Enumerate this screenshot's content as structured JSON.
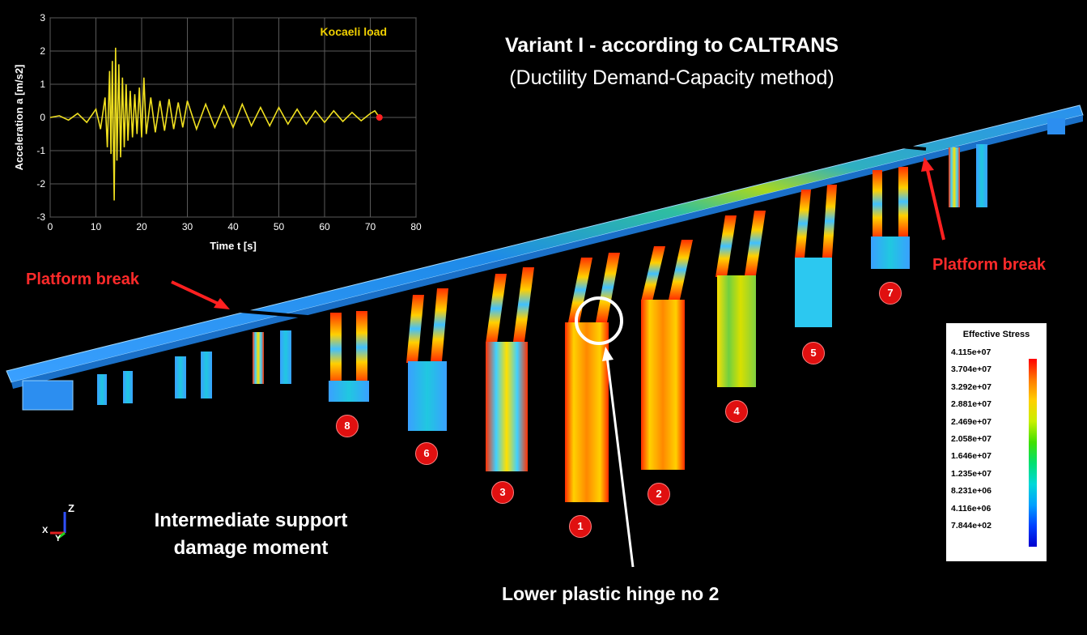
{
  "title_line1": "Variant I - according to CALTRANS",
  "title_line2": "(Ductility Demand-Capacity method)",
  "platform_break_left": "Platform break",
  "platform_break_right": "Platform break",
  "caption_line1": "Intermediate support",
  "caption_line2": "damage moment",
  "hinge_label": "Lower plastic hinge no 2",
  "support_numbers": [
    "8",
    "6",
    "3",
    "1",
    "2",
    "4",
    "5",
    "7"
  ],
  "legend": {
    "title": "Effective Stress",
    "values": [
      "4.115e+07",
      "3.704e+07",
      "3.292e+07",
      "2.881e+07",
      "2.469e+07",
      "2.058e+07",
      "1.646e+07",
      "1.235e+07",
      "8.231e+06",
      "4.116e+06",
      "7.844e+02"
    ]
  },
  "axis_triad": {
    "x": "X",
    "y": "Y",
    "z": "Z"
  },
  "colors": {
    "accent_red": "#ff2a2a",
    "trace_yellow": "#f0e020",
    "badge_red": "#e01010"
  },
  "chart_data": {
    "type": "line",
    "title": "Kocaeli load",
    "xlabel": "Time t [s]",
    "ylabel": "Acceleration a [m/s2]",
    "xlim": [
      0,
      80
    ],
    "ylim": [
      -3,
      3
    ],
    "xticks": [
      "0",
      "10",
      "20",
      "30",
      "40",
      "50",
      "60",
      "70",
      "80"
    ],
    "yticks": [
      "3",
      "2",
      "1",
      "0",
      "-1",
      "-2",
      "-3"
    ],
    "grid": true,
    "series": [
      {
        "x": [
          0,
          2,
          4,
          6,
          8,
          10,
          11,
          12,
          12.5,
          13,
          13.3,
          13.6,
          14,
          14.3,
          14.6,
          15,
          15.4,
          15.8,
          16.2,
          16.6,
          17,
          17.5,
          18,
          18.5,
          19,
          19.5,
          20,
          20.5,
          21,
          22,
          23,
          24,
          25,
          26,
          27,
          28,
          29,
          30,
          32,
          34,
          36,
          38,
          40,
          42,
          44,
          46,
          48,
          50,
          52,
          54,
          56,
          58,
          60,
          62,
          64,
          66,
          68,
          70,
          71,
          72
        ],
        "y": [
          0,
          0.05,
          -0.08,
          0.12,
          -0.15,
          0.25,
          -0.35,
          0.6,
          -0.9,
          1.4,
          -1.1,
          1.7,
          -2.5,
          2.1,
          -1.3,
          1.6,
          -1.2,
          1.2,
          -0.9,
          1.0,
          -0.7,
          0.8,
          -0.6,
          0.7,
          -0.5,
          0.9,
          -0.6,
          1.2,
          -0.5,
          0.6,
          -0.45,
          0.5,
          -0.4,
          0.55,
          -0.35,
          0.45,
          -0.3,
          0.5,
          -0.35,
          0.4,
          -0.3,
          0.35,
          -0.3,
          0.4,
          -0.25,
          0.3,
          -0.25,
          0.3,
          -0.2,
          0.25,
          -0.2,
          0.2,
          -0.15,
          0.2,
          -0.12,
          0.15,
          -0.1,
          0.12,
          0.2,
          0.0
        ]
      }
    ],
    "end_marker_x": 72
  }
}
